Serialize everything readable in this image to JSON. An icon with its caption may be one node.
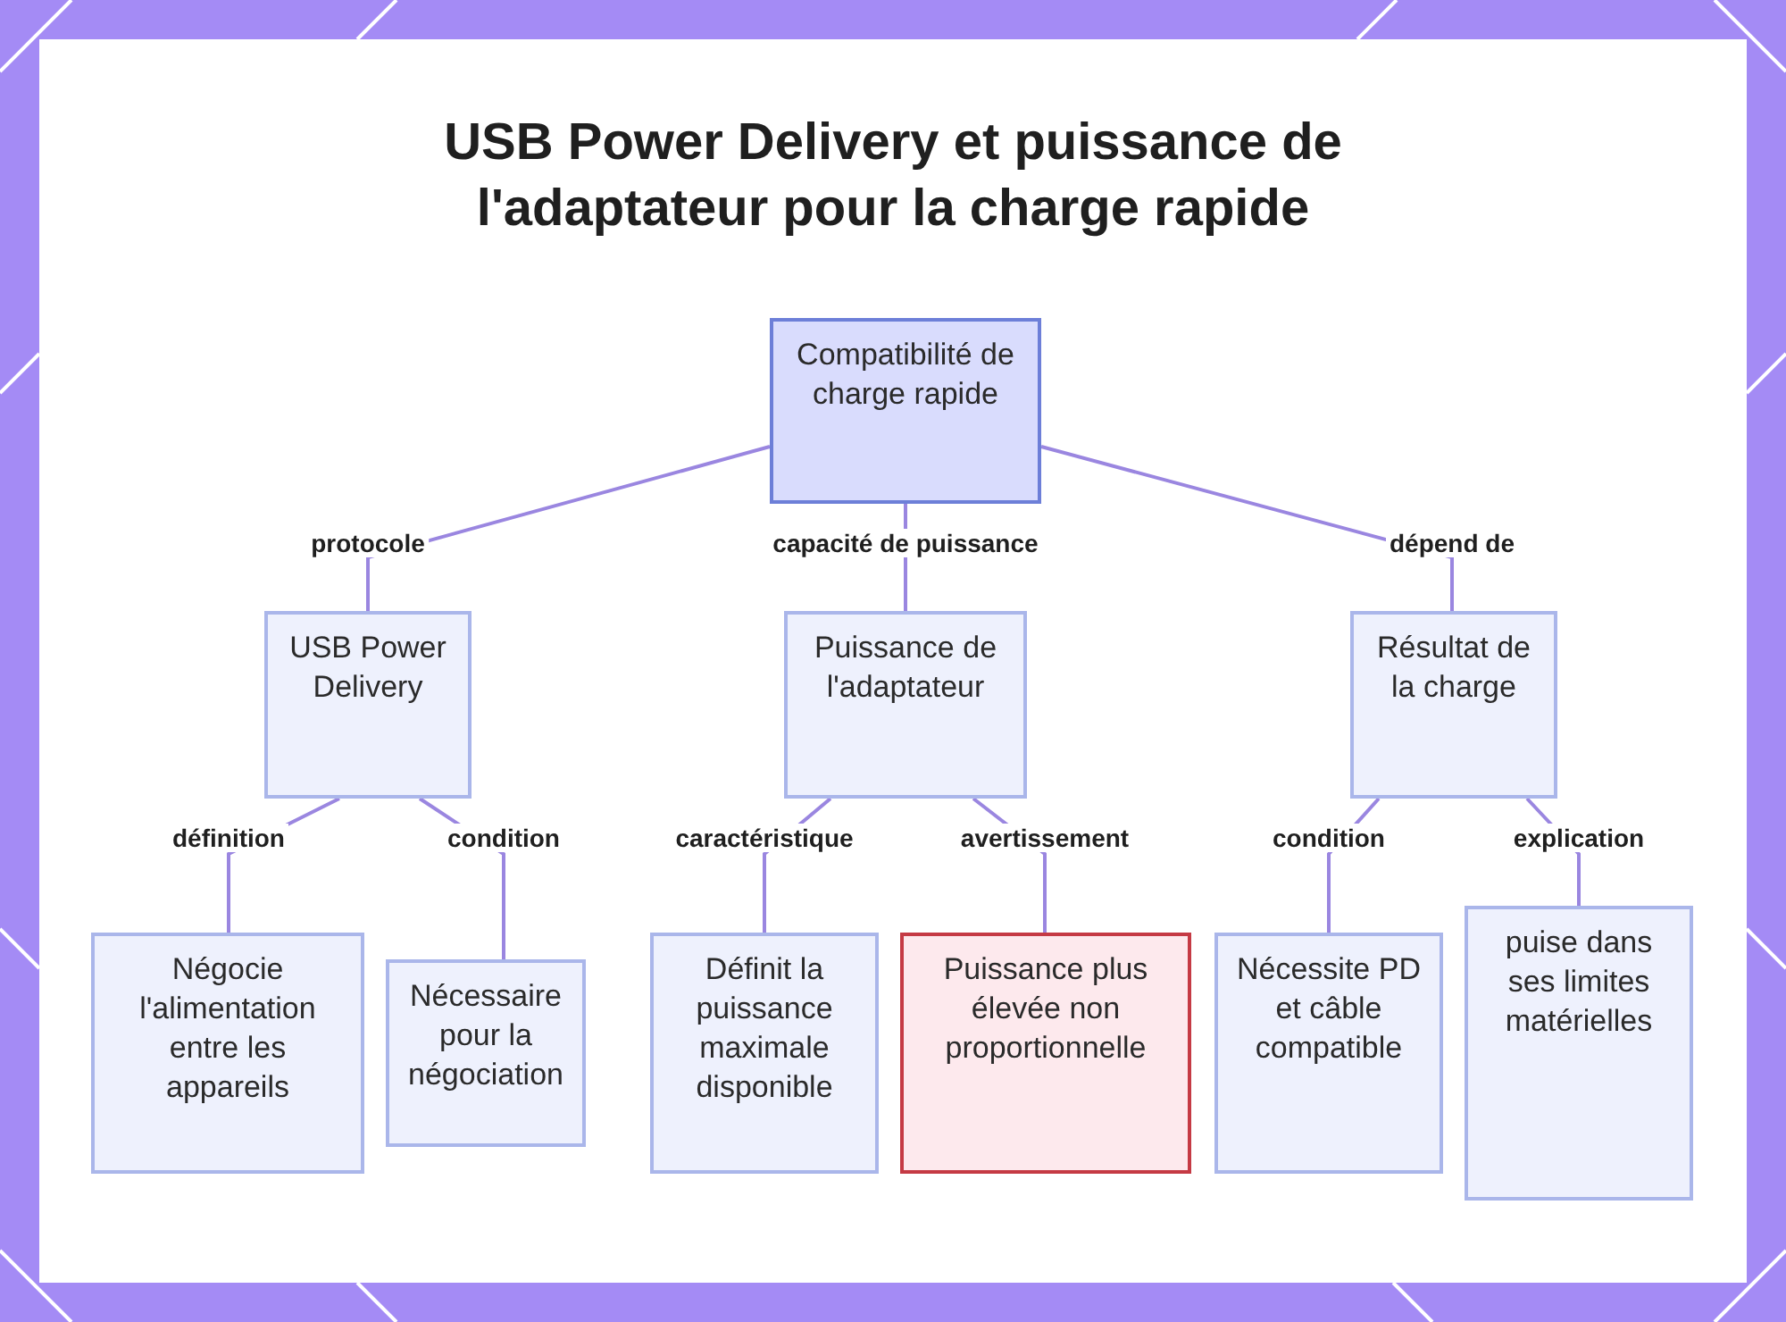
{
  "diagram": {
    "title": "USB Power Delivery et puissance de l'adaptateur pour la charge rapide",
    "nodes": [
      {
        "text": [
          "Compatibilité de charge rapide"
        ]
      },
      {
        "text": [
          "USB Power Delivery"
        ]
      },
      {
        "text": [
          "Puissance de l'adaptateur"
        ]
      },
      {
        "text": [
          "Résultat de la charge"
        ]
      },
      {
        "text": [
          "Négocie l'alimentation entre les appareils"
        ]
      },
      {
        "text": [
          "Nécessaire pour la négociation"
        ]
      },
      {
        "text": [
          "Définit la puissance maximale disponible"
        ]
      },
      {
        "text": [
          "Puissance plus élevée non proportionnelle"
        ]
      },
      {
        "text": [
          "Nécessite PD et câble compatible"
        ]
      },
      {
        "text": [
          "puise dans ses limites matérielles"
        ]
      }
    ],
    "edges": [
      {
        "from": 0,
        "to": 1,
        "arrow": "none",
        "label": "protocole"
      },
      {
        "from": 0,
        "to": 2,
        "arrow": "none",
        "label": "capacité de puissance"
      },
      {
        "from": 0,
        "to": 3,
        "arrow": "none",
        "label": "dépend de"
      },
      {
        "from": 1,
        "to": 4,
        "arrow": "none",
        "label": "définition"
      },
      {
        "from": 1,
        "to": 5,
        "arrow": "none",
        "label": "condition"
      },
      {
        "from": 2,
        "to": 6,
        "arrow": "none",
        "label": "caractéristique"
      },
      {
        "from": 2,
        "to": 7,
        "arrow": "none",
        "label": "avertissement"
      },
      {
        "from": 3,
        "to": 8,
        "arrow": "none",
        "label": "condition"
      },
      {
        "from": 3,
        "to": 9,
        "arrow": "none",
        "label": "explication"
      }
    ]
  }
}
